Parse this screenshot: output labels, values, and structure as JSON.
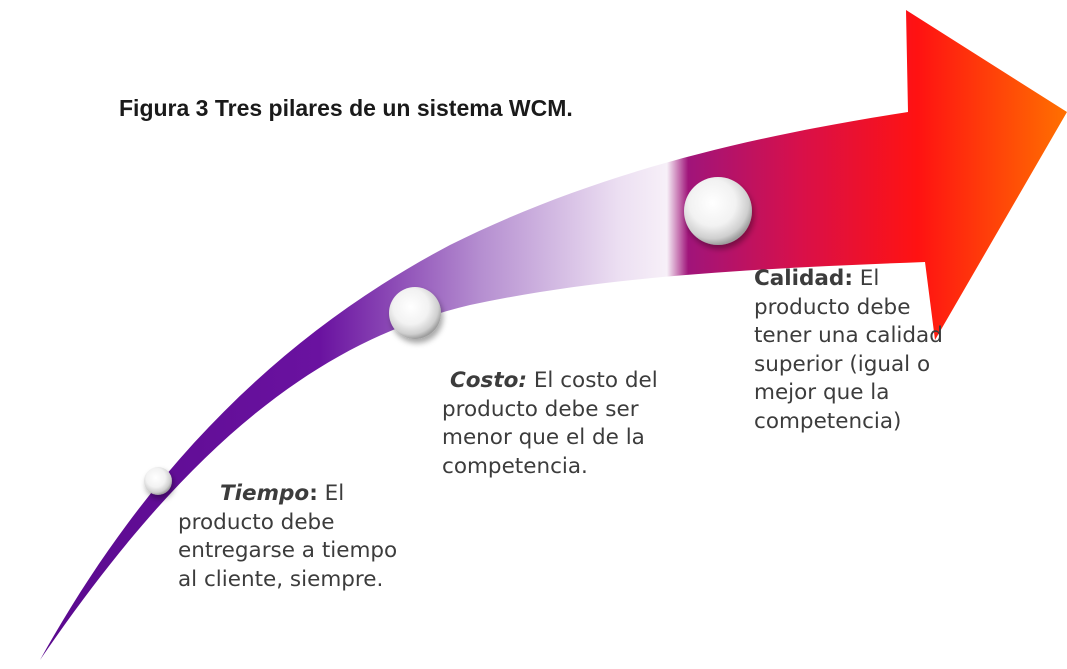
{
  "caption": "Figura 3 Tres pilares de un sistema WCM.",
  "pillars": [
    {
      "term": "Tiempo",
      "separator": ":",
      "text": " El producto debe entregarse a tiempo al cliente, siempre."
    },
    {
      "term": "Costo:",
      "separator": "",
      "text": " El costo del producto debe ser menor que el de la competencia."
    },
    {
      "term": "Calidad:",
      "separator": "",
      "text": " El producto debe tener una calidad superior (igual o mejor que la competencia)"
    }
  ],
  "colors": {
    "arrow_start": "#5b0a8f",
    "arrow_light": "#f2eaf6",
    "arrow_magenta": "#b3125e",
    "arrow_red": "#ff1010",
    "arrow_tip": "#ff6a00"
  }
}
